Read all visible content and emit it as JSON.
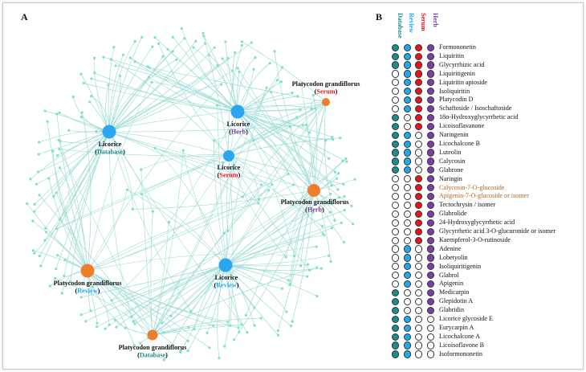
{
  "panels": {
    "a": "A",
    "b": "B"
  },
  "colors": {
    "edge": "#9fdcd6",
    "leaf": "#7fe0cf",
    "licorice_hub": "#2ca6f0",
    "platycodon_hub": "#ef7d2c",
    "database": "#1a8f8a",
    "review": "#1eaaf1",
    "serum": "#e8141b",
    "herb": "#7a3fa5",
    "highlight_text": "#b4641e"
  },
  "network": {
    "hubs": [
      {
        "id": "licorice-database",
        "name": "Licorice",
        "source": "Database",
        "herb": "licorice"
      },
      {
        "id": "licorice-herb",
        "name": "Licorice",
        "source": "Herb",
        "herb": "licorice"
      },
      {
        "id": "licorice-serum",
        "name": "Licorice",
        "source": "Serum",
        "herb": "licorice"
      },
      {
        "id": "licorice-review",
        "name": "Licorice",
        "source": "Review",
        "herb": "licorice"
      },
      {
        "id": "platycodon-serum",
        "name": "Platycodon grandiflorus",
        "source": "Serum",
        "herb": "platycodon"
      },
      {
        "id": "platycodon-herb",
        "name": "Platycodon grandiflorus",
        "source": "Herb",
        "herb": "platycodon"
      },
      {
        "id": "platycodon-review",
        "name": "Platycodon grandiflorus",
        "source": "Review",
        "herb": "platycodon"
      },
      {
        "id": "platycodon-database",
        "name": "Platycodon grandiflorus",
        "source": "Database",
        "herb": "platycodon"
      }
    ]
  },
  "table": {
    "columns": [
      {
        "key": "database",
        "label": "Database"
      },
      {
        "key": "review",
        "label": "Review"
      },
      {
        "key": "serum",
        "label": "Serum"
      },
      {
        "key": "herb",
        "label": "Herb"
      }
    ],
    "rows": [
      {
        "name": "Formononetin",
        "flags": [
          1,
          1,
          1,
          1
        ],
        "highlight": false
      },
      {
        "name": "Liquiritin",
        "flags": [
          1,
          1,
          1,
          1
        ],
        "highlight": false
      },
      {
        "name": "Glycyrrhizic acid",
        "flags": [
          1,
          1,
          1,
          1
        ],
        "highlight": false
      },
      {
        "name": "Liquiritigenin",
        "flags": [
          0,
          1,
          1,
          1
        ],
        "highlight": false
      },
      {
        "name": "Liquiritin apioside",
        "flags": [
          0,
          1,
          1,
          1
        ],
        "highlight": false
      },
      {
        "name": "Isoliquiritin",
        "flags": [
          0,
          1,
          1,
          1
        ],
        "highlight": false
      },
      {
        "name": "Platycodin D",
        "flags": [
          0,
          1,
          1,
          1
        ],
        "highlight": false
      },
      {
        "name": "Schaftoside / Isoschaftoside",
        "flags": [
          0,
          1,
          1,
          1
        ],
        "highlight": false
      },
      {
        "name": "18α-Hydroxyglycyrrhetic acid",
        "flags": [
          1,
          0,
          1,
          1
        ],
        "highlight": false
      },
      {
        "name": "Licoisoflavanone",
        "flags": [
          1,
          0,
          1,
          1
        ],
        "highlight": false
      },
      {
        "name": "Naringenin",
        "flags": [
          1,
          1,
          0,
          1
        ],
        "highlight": false
      },
      {
        "name": "Licochalcone B",
        "flags": [
          1,
          1,
          0,
          1
        ],
        "highlight": false
      },
      {
        "name": "Luteolin",
        "flags": [
          1,
          1,
          0,
          1
        ],
        "highlight": false
      },
      {
        "name": "Calycosin",
        "flags": [
          1,
          1,
          0,
          1
        ],
        "highlight": false
      },
      {
        "name": "Glabrone",
        "flags": [
          1,
          1,
          0,
          1
        ],
        "highlight": false
      },
      {
        "name": "Naringin",
        "flags": [
          0,
          0,
          1,
          1
        ],
        "highlight": false
      },
      {
        "name": "Calycosin-7-O-glucoside",
        "flags": [
          0,
          0,
          1,
          1
        ],
        "highlight": true
      },
      {
        "name": "Apigenin-7-O-glucoside or isomer",
        "flags": [
          0,
          0,
          1,
          1
        ],
        "highlight": true
      },
      {
        "name": "Tectochrysin / isomer",
        "flags": [
          0,
          0,
          1,
          1
        ],
        "highlight": false
      },
      {
        "name": "Glabrolide",
        "flags": [
          0,
          0,
          1,
          1
        ],
        "highlight": false
      },
      {
        "name": "24-Hydroxyglycyrrhetic acid",
        "flags": [
          0,
          0,
          1,
          1
        ],
        "highlight": false
      },
      {
        "name": "Glycyrrhetic acid 3-O-glucuronide or isomer",
        "flags": [
          0,
          0,
          1,
          1
        ],
        "highlight": false
      },
      {
        "name": "Kaempferol-3-O-rutinoside",
        "flags": [
          0,
          0,
          1,
          1
        ],
        "highlight": false
      },
      {
        "name": "Adenine",
        "flags": [
          0,
          1,
          0,
          1
        ],
        "highlight": false
      },
      {
        "name": "Lobetyolin",
        "flags": [
          0,
          1,
          0,
          1
        ],
        "highlight": false
      },
      {
        "name": "Isoliquiritigenin",
        "flags": [
          0,
          1,
          0,
          1
        ],
        "highlight": false
      },
      {
        "name": "Glabrol",
        "flags": [
          0,
          1,
          0,
          1
        ],
        "highlight": false
      },
      {
        "name": "Apigenin",
        "flags": [
          0,
          1,
          0,
          1
        ],
        "highlight": false
      },
      {
        "name": "Medicarpin",
        "flags": [
          1,
          0,
          0,
          1
        ],
        "highlight": false
      },
      {
        "name": "Glepidotin A",
        "flags": [
          1,
          0,
          0,
          1
        ],
        "highlight": false
      },
      {
        "name": "Glabridin",
        "flags": [
          1,
          0,
          0,
          1
        ],
        "highlight": false
      },
      {
        "name": "Licorice glycoside E",
        "flags": [
          1,
          1,
          0,
          0
        ],
        "highlight": false
      },
      {
        "name": "Eurycarpin A",
        "flags": [
          1,
          1,
          0,
          0
        ],
        "highlight": false
      },
      {
        "name": "Licochalcone A",
        "flags": [
          1,
          1,
          0,
          0
        ],
        "highlight": false
      },
      {
        "name": "Licoisoflavone B",
        "flags": [
          1,
          1,
          0,
          0
        ],
        "highlight": false
      },
      {
        "name": "Isoformononetin",
        "flags": [
          1,
          1,
          0,
          0
        ],
        "highlight": false
      }
    ]
  }
}
